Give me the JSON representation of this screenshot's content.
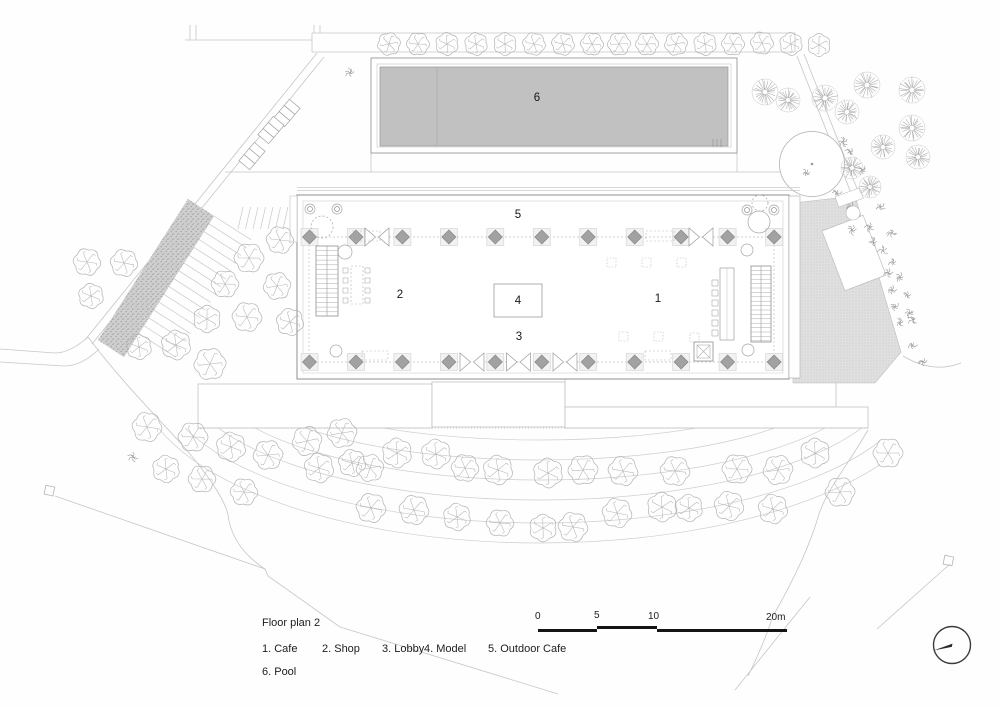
{
  "title": "Floor plan 2",
  "legend": {
    "items": [
      "1. Cafe",
      "2. Shop",
      "3. Lobby",
      "4. Model",
      "5. Outdoor Cafe",
      "6. Pool"
    ]
  },
  "rooms": {
    "cafe": "1",
    "shop": "2",
    "lobby": "3",
    "model": "4",
    "outdoor_cafe": "5",
    "pool": "6"
  },
  "scale_bar": {
    "ticks": [
      "0",
      "5",
      "10",
      "20m"
    ]
  },
  "icons": {
    "north_indicator": "north-arrow-circle",
    "tree": "tree-canopy-symbol",
    "shrub": "shrub-symbol"
  },
  "colors": {
    "pool_fill": "#c1c1c1",
    "terrace_fill": "#dbdbdb",
    "column_fill": "#a2a2a2",
    "hedge_fill": "#c3c3c3",
    "line_light": "#cccccc",
    "line_mid": "#9b9b9b",
    "text": "#1d1d1d"
  }
}
